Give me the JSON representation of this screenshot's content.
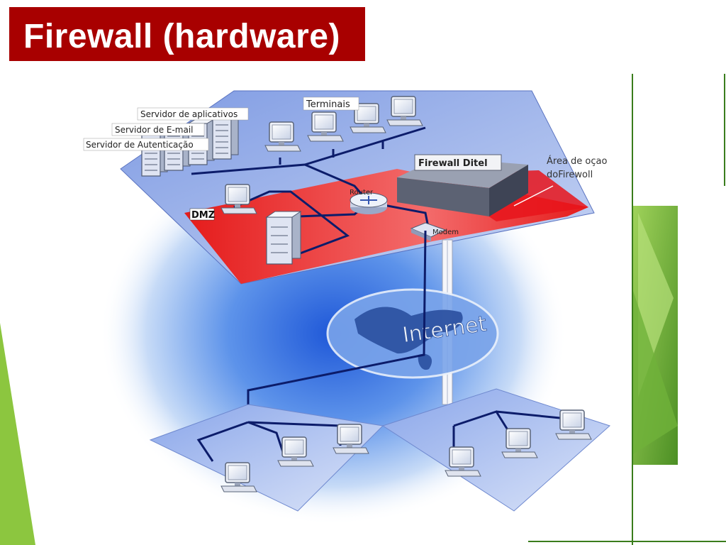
{
  "slide": {
    "title": "Firewall (hardware)"
  },
  "diagram": {
    "labels": {
      "app_server": "Servidor de aplicativos",
      "email_server": "Servidor de E-mail",
      "auth_server": "Servidor de Autenticação",
      "terminals": "Terminais",
      "firewall": "Firewall Ditel",
      "router": "Router",
      "modem": "Modem",
      "dmz": "DMZ",
      "internet": "Internet"
    },
    "side_note": {
      "line1": "Área de oçao",
      "line2": "doFirewoll"
    }
  },
  "colors": {
    "title_bg": "#a80000",
    "dmz_red": "#e8141b",
    "platform_blue": "#6f8fe0",
    "accent_green": "#7cc143"
  }
}
